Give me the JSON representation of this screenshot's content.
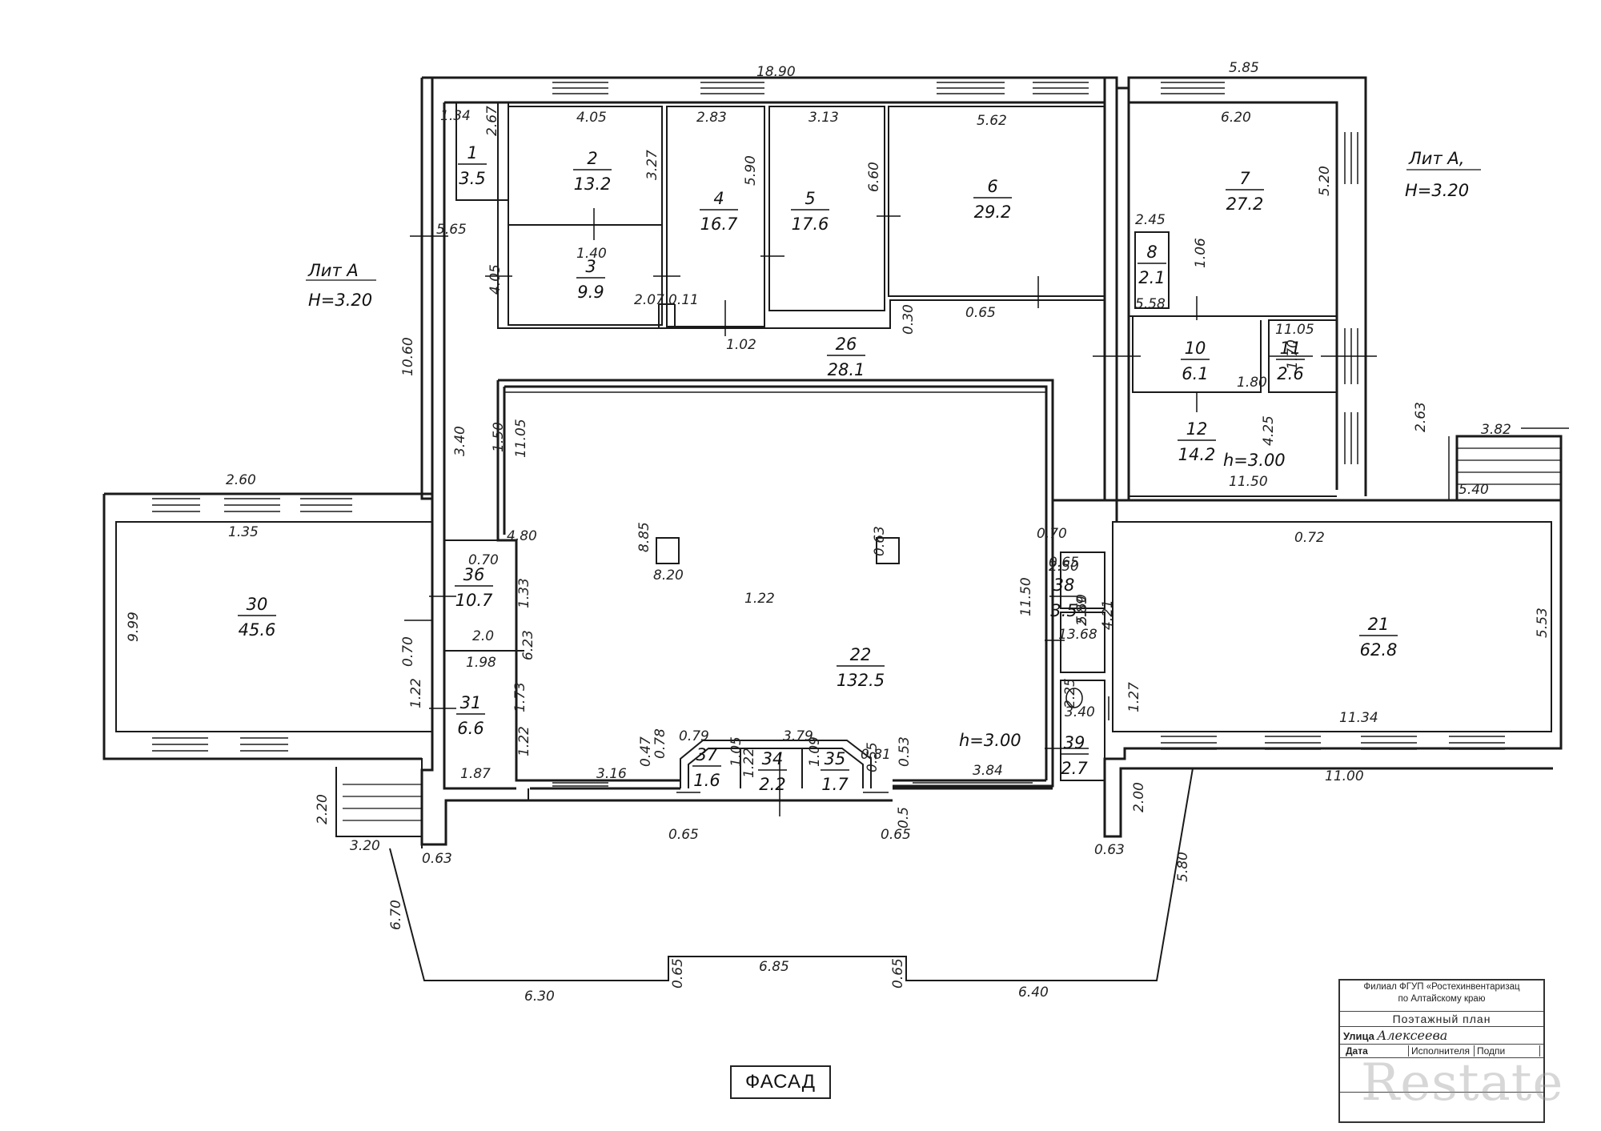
{
  "lit_labels": {
    "left_lit": "Лит А",
    "left_height": "Н=3.20",
    "right_lit": "Лит А,",
    "right_height": "Н=3.20"
  },
  "rooms": [
    {
      "num": "1",
      "area": "3.5"
    },
    {
      "num": "2",
      "area": "13.2"
    },
    {
      "num": "3",
      "area": "9.9"
    },
    {
      "num": "4",
      "area": "16.7"
    },
    {
      "num": "5",
      "area": "17.6"
    },
    {
      "num": "6",
      "area": "29.2"
    },
    {
      "num": "7",
      "area": "27.2"
    },
    {
      "num": "8",
      "area": "2.1"
    },
    {
      "num": "10",
      "area": "6.1"
    },
    {
      "num": "11",
      "area": "2.6"
    },
    {
      "num": "12",
      "area": "14.2"
    },
    {
      "num": "26",
      "area": "28.1"
    },
    {
      "num": "22",
      "area": "132.5"
    },
    {
      "num": "21",
      "area": "62.8"
    },
    {
      "num": "30",
      "area": "45.6"
    },
    {
      "num": "36",
      "area": "10.7"
    },
    {
      "num": "31",
      "area": "6.6"
    },
    {
      "num": "38",
      "area": "3.5"
    },
    {
      "num": "39",
      "area": "2.7"
    },
    {
      "num": "37",
      "area": "1.6"
    },
    {
      "num": "34",
      "area": "2.2"
    },
    {
      "num": "35",
      "area": "1.7"
    }
  ],
  "heights": {
    "room12": "h=3.00",
    "room22": "h=3.00"
  },
  "dimensions": [
    "18.90",
    "5.85",
    "1.34",
    "2.67",
    "4.05",
    "2.83",
    "3.13",
    "5.62",
    "6.20",
    "3.27",
    "5.90",
    "6.60",
    "5.20",
    "5.65",
    "1.40",
    "4.05",
    "2.45",
    "1.06",
    "2.07",
    "0.11",
    "0.30",
    "0.65",
    "5.58",
    "1.02",
    "10.60",
    "11.05",
    "1.70",
    "1.80",
    "3.40",
    "1.50",
    "11.05",
    "11.50",
    "4.25",
    "3.82",
    "2.63",
    "5.40",
    "2.60",
    "1.35",
    "4.80",
    "8.85",
    "8.20",
    "0.63",
    "0.70",
    "0.72",
    "0.70",
    "1.33",
    "11.50",
    "0.65",
    "2.50",
    "9.99",
    "1.22",
    "5.50",
    "13.68",
    "4.21",
    "5.53",
    "2.89",
    "2.0",
    "0.70",
    "1.98",
    "6.23",
    "1.22",
    "1.73",
    "3.40",
    "2.25",
    "1.27",
    "11.34",
    "1.22",
    "1.87",
    "3.16",
    "0.47",
    "0.78",
    "0.79",
    "1.05",
    "1.22",
    "3.79",
    "1.09",
    "0.81",
    "0.53",
    "3.84",
    "0.55",
    "2.20",
    "3.20",
    "0.63",
    "0.65",
    "0.65",
    "0.5",
    "0.63",
    "2.00",
    "11.00",
    "5.80",
    "6.70",
    "6.30",
    "0.65",
    "6.85",
    "0.65",
    "6.40"
  ],
  "facade_label": "ФАСАД",
  "stamp": {
    "org_line1": "Филиал ФГУП «Ростехинвентаризац",
    "org_line2": "по Алтайскому краю",
    "title": "Поэтажный план",
    "street_label": "Улица",
    "street_value": "Алексеева",
    "date_label": "Дата",
    "executor_label": "Исполнителя",
    "sign_label": "Подпи"
  },
  "watermark": "Restate"
}
